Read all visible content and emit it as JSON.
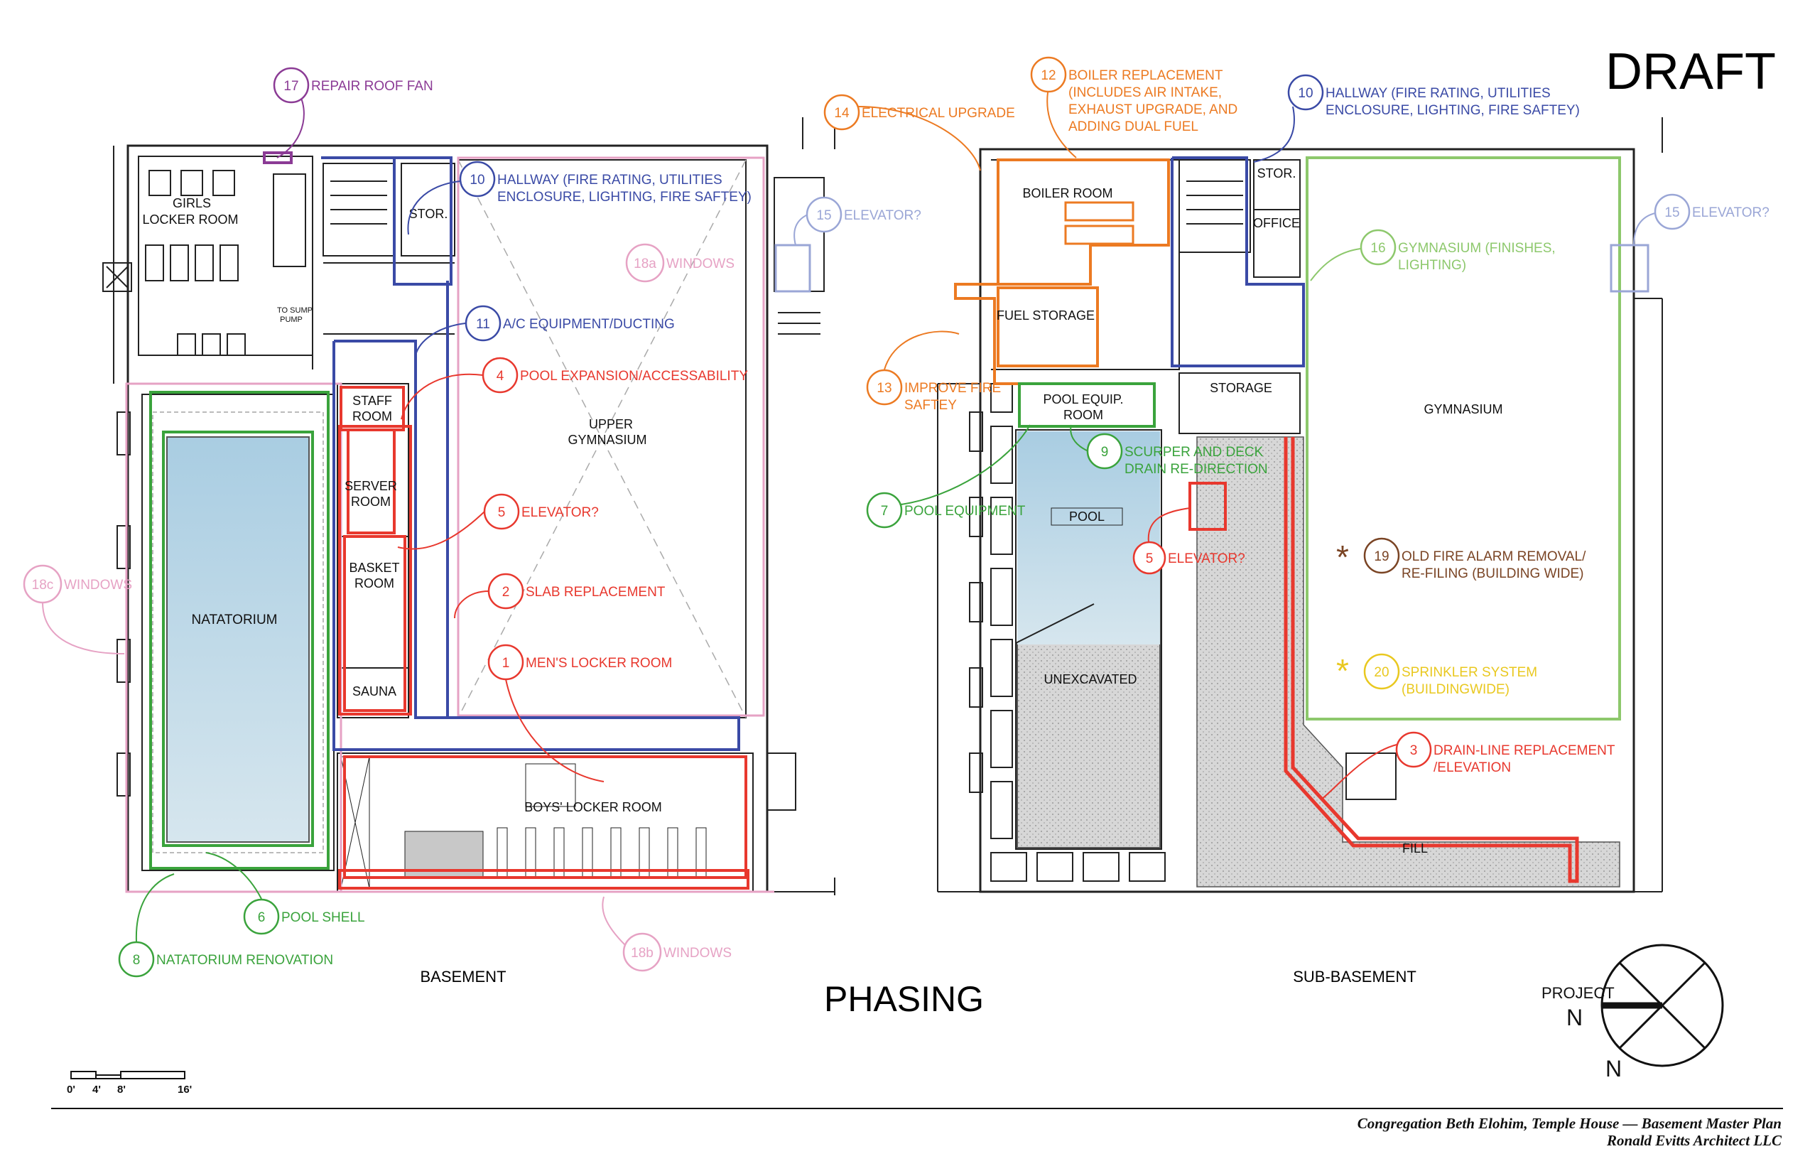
{
  "header": {
    "draft": "DRAFT",
    "phasing": "PHASING"
  },
  "plans": {
    "basement": "BASEMENT",
    "sub_basement": "SUB-BASEMENT"
  },
  "rooms_basement": {
    "girls_1": "GIRLS",
    "girls_2": "LOCKER ROOM",
    "stor": "STOR.",
    "sump_1": "TO SUMP",
    "sump_2": "PUMP",
    "staff_1": "STAFF",
    "staff_2": "ROOM",
    "server_1": "SERVER",
    "server_2": "ROOM",
    "basket_1": "BASKET",
    "basket_2": "ROOM",
    "sauna": "SAUNA",
    "upper_gym_1": "UPPER",
    "upper_gym_2": "GYMNASIUM",
    "natatorium": "NATATORIUM",
    "boys_locker": "BOYS' LOCKER ROOM"
  },
  "rooms_sub": {
    "boiler": "BOILER ROOM",
    "fuel": "FUEL STORAGE",
    "stor": "STOR.",
    "office": "OFFICE",
    "storage": "STORAGE",
    "pool_equip_1": "POOL EQUIP.",
    "pool_equip_2": "ROOM",
    "pool": "POOL",
    "unexcavated": "UNEXCAVATED",
    "gymnasium": "GYMNASIUM",
    "fill": "FILL"
  },
  "callouts": {
    "c17": {
      "num": "17",
      "text": "REPAIR ROOF FAN"
    },
    "c10a": {
      "num": "10",
      "line1": "HALLWAY (FIRE RATING, UTILITIES",
      "line2": "ENCLOSURE, LIGHTING, FIRE SAFTEY)"
    },
    "c15a": {
      "num": "15",
      "text": "ELEVATOR?"
    },
    "c18a": {
      "num": "18a",
      "text": "WINDOWS"
    },
    "c11": {
      "num": "11",
      "text": "A/C EQUIPMENT/DUCTING"
    },
    "c4": {
      "num": "4",
      "text": "POOL EXPANSION/ACCESSABILITY"
    },
    "c5a": {
      "num": "5",
      "text": "ELEVATOR?"
    },
    "c2": {
      "num": "2",
      "text": "SLAB REPLACEMENT"
    },
    "c1": {
      "num": "1",
      "text": "MEN'S LOCKER ROOM"
    },
    "c18c": {
      "num": "18c",
      "text": "WINDOWS"
    },
    "c6": {
      "num": "6",
      "text": "POOL SHELL"
    },
    "c8": {
      "num": "8",
      "text": "NATATORIUM RENOVATION"
    },
    "c18b": {
      "num": "18b",
      "text": "WINDOWS"
    },
    "c14": {
      "num": "14",
      "text": "ELECTRICAL UPGRADE"
    },
    "c12": {
      "num": "12",
      "line1": "BOILER REPLACEMENT",
      "line2": "(INCLUDES AIR INTAKE,",
      "line3": "EXHAUST UPGRADE, AND",
      "line4": "ADDING DUAL FUEL"
    },
    "c10b": {
      "num": "10",
      "line1": "HALLWAY (FIRE RATING, UTILITIES",
      "line2": "ENCLOSURE, LIGHTING, FIRE SAFTEY)"
    },
    "c15b": {
      "num": "15",
      "text": "ELEVATOR?"
    },
    "c16": {
      "num": "16",
      "line1": "GYMNASIUM (FINISHES,",
      "line2": "LIGHTING)"
    },
    "c13": {
      "num": "13",
      "line1": "IMPROVE FIRE",
      "line2": "SAFTEY"
    },
    "c9": {
      "num": "9",
      "line1": "SCURPER AND DECK",
      "line2": "DRAIN RE-DIRECTION"
    },
    "c7": {
      "num": "7",
      "text": "POOL EQUIPMENT"
    },
    "c5b": {
      "num": "5",
      "text": "ELEVATOR?"
    },
    "c19": {
      "num": "19",
      "line1": "OLD FIRE ALARM REMOVAL/",
      "line2": "RE-FILING (BUILDING WIDE)"
    },
    "c20": {
      "num": "20",
      "line1": "SPRINKLER SYSTEM",
      "line2": "(BUILDINGWIDE)"
    },
    "c3": {
      "num": "3",
      "line1": "DRAIN-LINE REPLACEMENT",
      "line2": "/ELEVATION"
    }
  },
  "north": {
    "project_label": "PROJECT",
    "project_n": "N",
    "true_n": "N"
  },
  "scale": {
    "t0": "0'",
    "t4": "4'",
    "t8": "8'",
    "t16": "16'"
  },
  "titleblock": {
    "line1": "Congregation Beth Elohim, Temple House — Basement Master Plan",
    "line2": "Ronald Evitts Architect LLC"
  },
  "colors": {
    "red": "#e8382e",
    "blue": "#3a4aa6",
    "green": "#3aa33c",
    "light_green": "#8dc86c",
    "orange": "#ec7a22",
    "purple": "#8b3b95",
    "pink": "#e6a2c4",
    "light_blue": "#9aa6d6",
    "brown": "#7a4424",
    "yellow": "#e9c81f",
    "pool": "#b9d6e6"
  }
}
